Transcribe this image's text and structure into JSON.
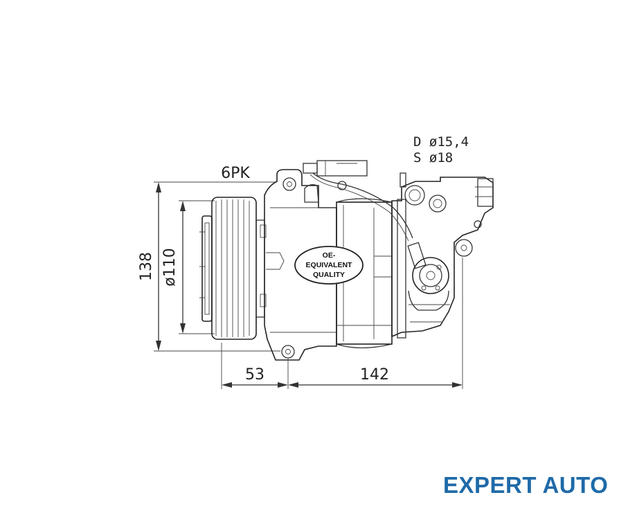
{
  "dimensions": {
    "belt": "6PK",
    "height": "138",
    "pulley_diameter": "ø110",
    "pulley_offset": "53",
    "body_length": "142"
  },
  "ports": {
    "discharge": "D  ø15,4",
    "suction": "S  ø18"
  },
  "badge": {
    "line1": "OE-",
    "line2": "EQUIVALENT",
    "line3": "QUALITY"
  },
  "watermark": "EXPERT AUTO",
  "colors": {
    "watermark": "#1f6aa8",
    "drawing": "#333333"
  }
}
